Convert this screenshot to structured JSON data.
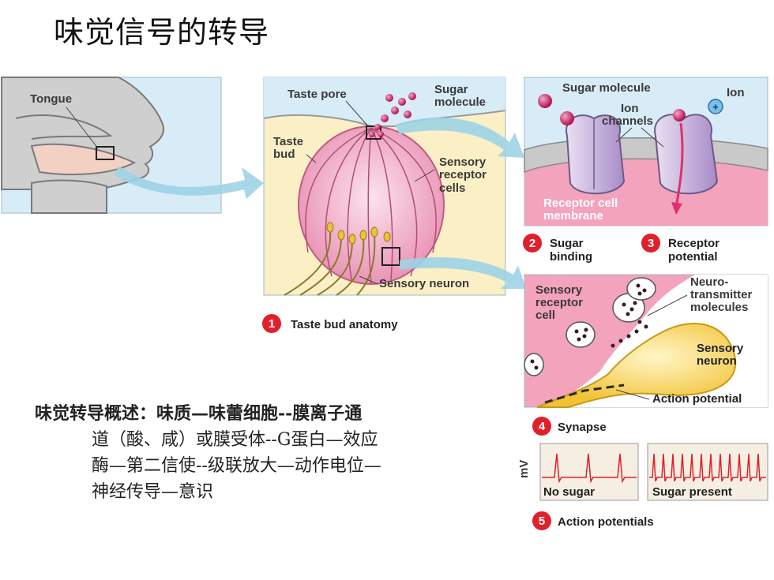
{
  "title": "味觉信号的转导",
  "description": {
    "line1": "味觉转导概述：味质—味蕾细胞--膜离子通",
    "line2": "道（酸、咸）或膜受体--G蛋白—效应",
    "line3": "酶—第二信使--级联放大—动作电位—",
    "line4": "神经传导—意识"
  },
  "panel_tongue": {
    "label": "Tongue"
  },
  "panel_bud": {
    "taste_pore": "Taste pore",
    "sugar_line1": "Sugar",
    "sugar_line2": "molecule",
    "taste_line1": "Taste",
    "taste_line2": "bud",
    "receptor_line1": "Sensory",
    "receptor_line2": "receptor",
    "receptor_line3": "cells",
    "sensory_neuron": "Sensory neuron"
  },
  "panel_channels": {
    "sugar_molecule": "Sugar molecule",
    "ion": "Ion",
    "ion_channels_line1": "Ion",
    "ion_channels_line2": "channels",
    "membrane_line1": "Receptor cell",
    "membrane_line2": "membrane",
    "plus": "+"
  },
  "panel_synapse": {
    "cell_line1": "Sensory",
    "cell_line2": "receptor",
    "cell_line3": "cell",
    "nt_line1": "Neuro-",
    "nt_line2": "transmitter",
    "nt_line3": "molecules",
    "neuron_line1": "Sensory",
    "neuron_line2": "neuron",
    "action_potential": "Action potential"
  },
  "traces": {
    "axis": "mV",
    "no_sugar": "No sugar",
    "sugar_present": "Sugar present"
  },
  "steps": [
    {
      "num": "1",
      "label": "Taste bud anatomy"
    },
    {
      "num": "2",
      "label_line1": "Sugar",
      "label_line2": "binding"
    },
    {
      "num": "3",
      "label_line1": "Receptor",
      "label_line2": "potential"
    },
    {
      "num": "4",
      "label": "Synapse"
    },
    {
      "num": "5",
      "label": "Action potentials"
    }
  ],
  "colors": {
    "step_badge": "#e0202a",
    "pink": "#f2a7bf",
    "light_blue": "#d7ecf7",
    "arrow": "#9dd3e6",
    "membrane": "#c9c9c9",
    "cream": "#fbefc6",
    "purple": "#c9b5dc",
    "trace": "#e0202a"
  }
}
